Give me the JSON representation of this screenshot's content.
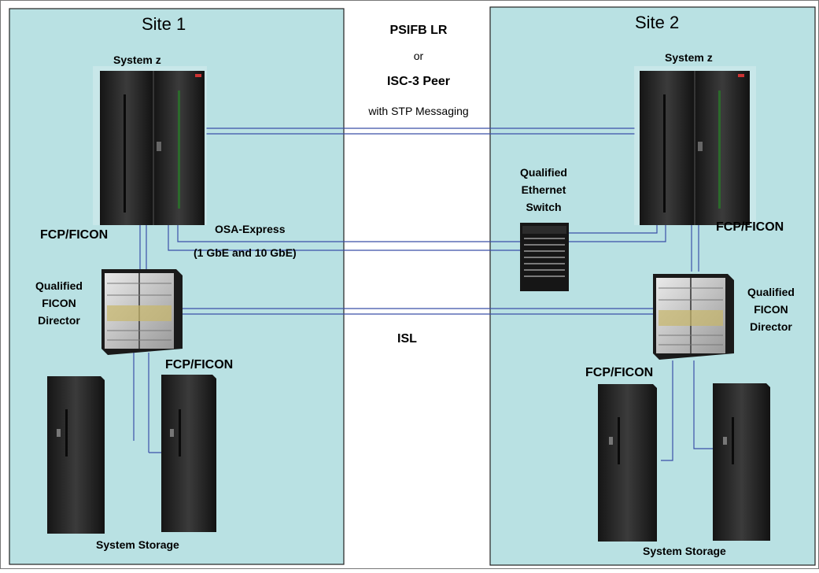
{
  "colors": {
    "site_fill": "#b9e1e3",
    "site_border": "#222222",
    "link_line": "#3b4fa8",
    "rack_dark": "#1b1b1b",
    "rack_light": "#3a3a3a"
  },
  "site1": {
    "title": "Site 1",
    "system_label": "System z",
    "fcp_upper": "FCP/FICON",
    "director_label": [
      "Qualified",
      "FICON",
      "Director"
    ],
    "fcp_lower": "FCP/FICON",
    "storage_label": "System Storage"
  },
  "site2": {
    "title": "Site 2",
    "system_label": "System z",
    "fcp_upper": "FCP/FICON",
    "director_label": [
      "Qualified",
      "FICON",
      "Director"
    ],
    "fcp_lower": "FCP/FICON",
    "storage_label": "System Storage"
  },
  "links": {
    "psifb": "PSIFB LR",
    "or": "or",
    "isc": "ISC-3 Peer",
    "stp": "with STP Messaging",
    "osa": "OSA-Express",
    "osa_speed": "(1 GbE and 10 GbE)",
    "switch_label": [
      "Qualified",
      "Ethernet",
      "Switch"
    ],
    "isl": "ISL"
  },
  "icons": [
    "system-z-mainframe-icon",
    "ficon-director-icon",
    "ethernet-switch-icon",
    "storage-rack-icon"
  ]
}
